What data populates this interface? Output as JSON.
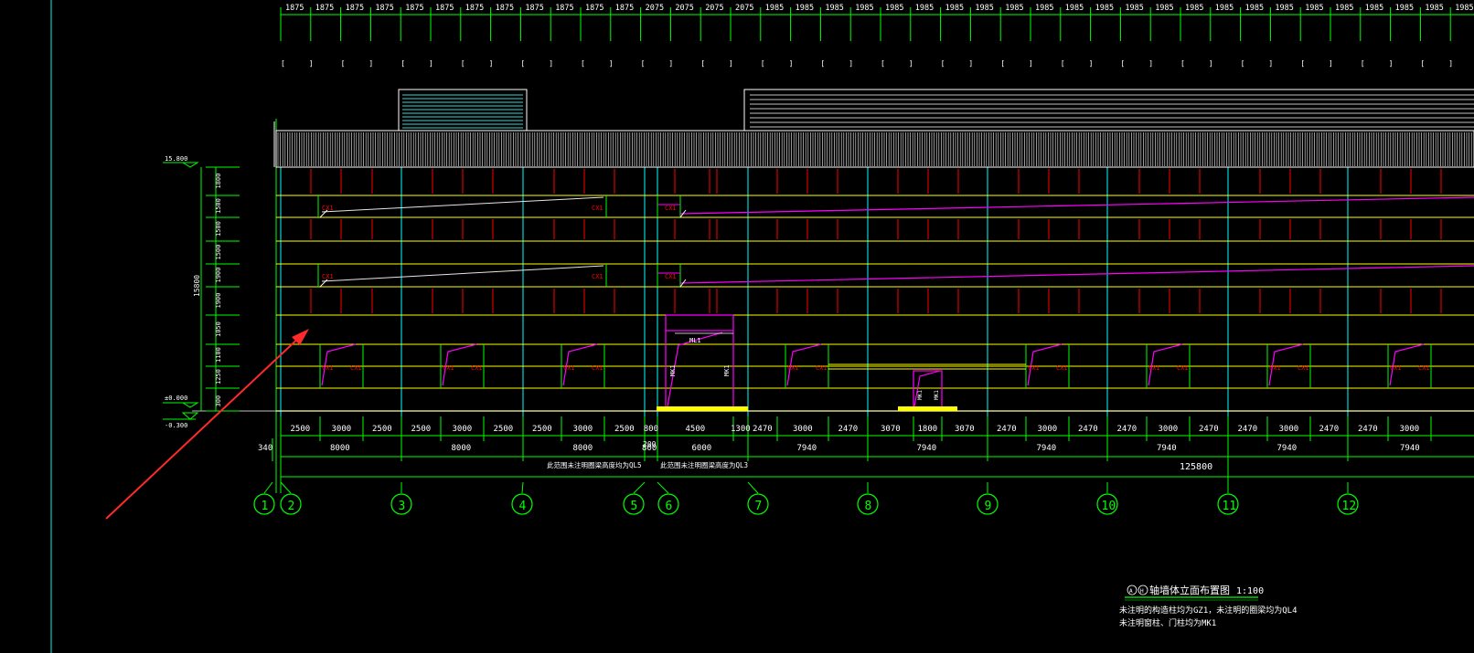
{
  "colors": {
    "background": "#000000",
    "axis_line": "#00ffff",
    "dimension": "#00ff00",
    "beam_yellow": "#ffff00",
    "post_red": "#ff0000",
    "window_magenta": "#ff00ff",
    "roof_white": "#ffffff",
    "base_highlight": "#ffff00",
    "arrow_red": "#ff2a2a"
  },
  "top_dimensions": [
    "1875",
    "1875",
    "1875",
    "1875",
    "1875",
    "1875",
    "1875",
    "1875",
    "1875",
    "1875",
    "1875",
    "1875",
    "2075",
    "2075",
    "2075",
    "2075",
    "1985",
    "1985",
    "1985",
    "1985",
    "1985",
    "1985",
    "1985",
    "1985",
    "1985",
    "1985",
    "1985",
    "1985",
    "1985",
    "1985",
    "1985",
    "1985",
    "1985",
    "1985",
    "1985",
    "1985",
    "1985",
    "1985",
    "1985",
    "1985"
  ],
  "left_elevation": {
    "top_level": "15.800",
    "total": "15800",
    "zero_level": "±0.000",
    "neg_level": "-0.300",
    "segments": [
      "1800",
      "1500",
      "1500",
      "1500",
      "1900",
      "1900",
      "1050",
      "1100",
      "1250",
      "300"
    ]
  },
  "bottom_dims_row1": [
    "2500",
    "3000",
    "2500",
    "2500",
    "3000",
    "2500",
    "2500",
    "3000",
    "2500",
    "800",
    "4500",
    "1300",
    "2470",
    "3000",
    "2470",
    "3070",
    "1800",
    "3070",
    "2470",
    "3000",
    "2470",
    "2470",
    "3000",
    "2470",
    "2470",
    "3000",
    "2470",
    "2470",
    "3000"
  ],
  "bottom_dims_row2": [
    "340",
    "8000",
    "8000",
    "8000",
    "800",
    "6000",
    "7940",
    "7940",
    "7940",
    "7940",
    "7940",
    "7940"
  ],
  "small_dim_200": "200",
  "total_length": "125800",
  "notes_mid": [
    "此范围未注明圈梁高度均为QL5",
    "此范围未注明圈梁高度为QL3"
  ],
  "axes": [
    "1",
    "2",
    "3",
    "4",
    "5",
    "6",
    "7",
    "8",
    "9",
    "10",
    "11",
    "12"
  ],
  "labels": {
    "window": "CX1",
    "door_lintel": "ML1",
    "door": "MK1"
  },
  "legend": {
    "symbol_a": "A",
    "symbol_b": "H",
    "title": "轴墙体立面布置图",
    "scale": "1:100",
    "note1": "未注明的构造柱均为GZ1，未注明的圈梁均为QL4",
    "note2": "未注明窗柱、门柱均为MK1"
  }
}
